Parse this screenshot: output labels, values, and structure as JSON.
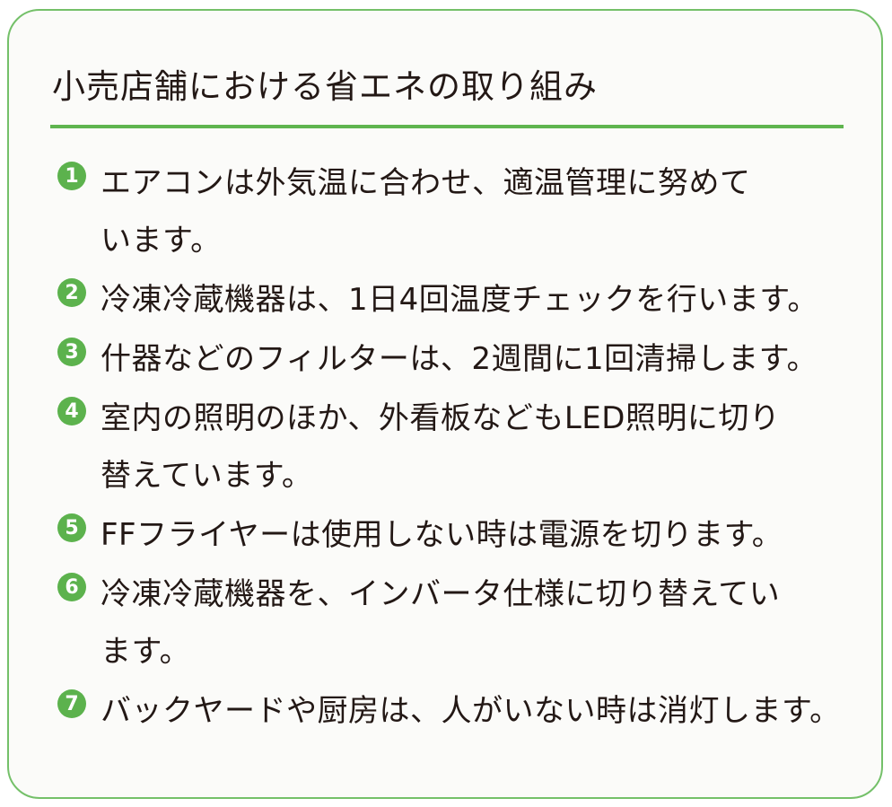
{
  "title": "小売店舗における省エネの取り組み",
  "items": [
    {
      "number": "1",
      "lines": [
        "エアコンは外気温に合わせ、適温管理に努めて",
        "います。"
      ]
    },
    {
      "number": "2",
      "lines": [
        "冷凍冷蔵機器は、1日4回温度チェックを行います。"
      ]
    },
    {
      "number": "3",
      "lines": [
        "什器などのフィルターは、2週間に1回清掃します。"
      ]
    },
    {
      "number": "4",
      "lines": [
        "室内の照明のほか、外看板などもLED照明に切り",
        "替えています。"
      ]
    },
    {
      "number": "5",
      "lines": [
        "FFフライヤーは使用しない時は電源を切ります。"
      ]
    },
    {
      "number": "6",
      "lines": [
        "冷凍冷蔵機器を、インバータ仕様に切り替えてい",
        "ます。"
      ]
    },
    {
      "number": "7",
      "lines": [
        "バックヤードや厨房は、人がいない時は消灯します。"
      ]
    }
  ],
  "colors": {
    "accent": "#5fb54f",
    "border": "#74c069",
    "background": "#fbfbf9",
    "text": "#231815"
  }
}
